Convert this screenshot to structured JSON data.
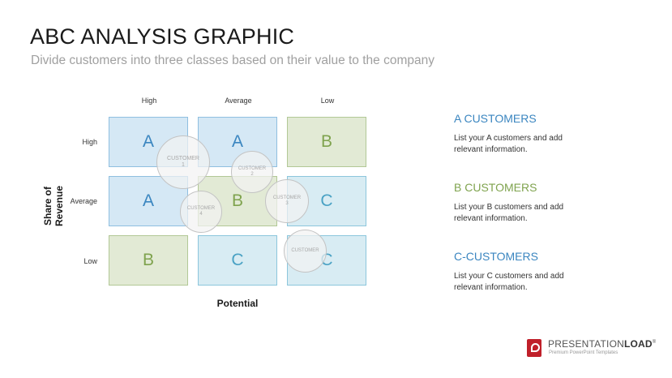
{
  "header": {
    "title": "ABC ANALYSIS GRAPHIC",
    "subtitle": "Divide customers into three classes based on their value to the company"
  },
  "matrix": {
    "col_headers": [
      "High",
      "Average",
      "Low"
    ],
    "row_headers": [
      "High",
      "Average",
      "Low"
    ],
    "y_axis_label": "Share of Revenue",
    "x_axis_label": "Potential",
    "cells": [
      [
        "A",
        "A",
        "B"
      ],
      [
        "A",
        "B",
        "C"
      ],
      [
        "B",
        "C",
        "C"
      ]
    ],
    "colors": {
      "A": "#3b86c0",
      "B": "#7fa34e",
      "C": "#4aa2c4"
    }
  },
  "customers": [
    {
      "label": "CUSTOMER",
      "number": "1"
    },
    {
      "label": "CUSTOMER",
      "number": "2"
    },
    {
      "label": "CUSTOMER",
      "number": "3"
    },
    {
      "label": "CUSTOMER",
      "number": "4"
    },
    {
      "label": "CUSTOMER",
      "number": ""
    }
  ],
  "legend": [
    {
      "heading": "A CUSTOMERS",
      "text": "List your A customers and add relevant information.",
      "color": "#3b86c0"
    },
    {
      "heading": "B CUSTOMERS",
      "text": "List your B customers and add relevant information.",
      "color": "#7fa34e"
    },
    {
      "heading": "C-CUSTOMERS",
      "text": "List your C customers and add relevant information.",
      "color": "#3b86c0"
    }
  ],
  "logo": {
    "name_light": "PRESENTATION",
    "name_bold": "LOAD",
    "registered": "®",
    "tagline": "Premium PowerPoint Templates",
    "color": "#c0202a"
  }
}
